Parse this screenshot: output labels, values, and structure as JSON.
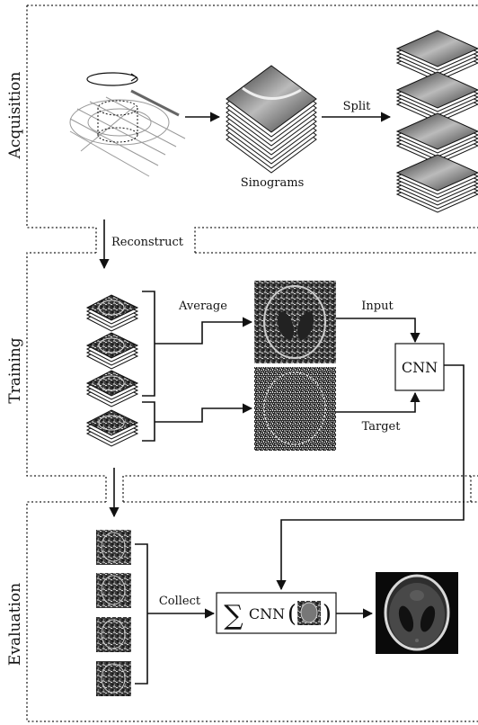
{
  "sections": {
    "acquisition": "Acquisition",
    "training": "Training",
    "evaluation": "Evaluation"
  },
  "labels": {
    "sinograms": "Sinograms",
    "split": "Split",
    "reconstruct": "Reconstruct",
    "average": "Average",
    "input": "Input",
    "target": "Target",
    "cnn": "CNN",
    "collect": "Collect",
    "sum_symbol": "∑",
    "cnn_fn": "CNN",
    "paren_open": "(",
    "paren_close": ")"
  }
}
